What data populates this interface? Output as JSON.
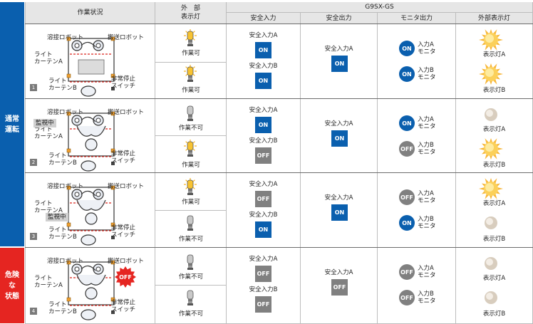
{
  "header": {
    "status_col": "作業状況",
    "lamp_col": "外　部\n表示灯",
    "product": "G9SX-GS",
    "safety_input": "安全入力",
    "safety_output": "安全出力",
    "monitor_output": "モニタ出力",
    "ext_indicator": "外部表示灯"
  },
  "groups": {
    "normal": "通常\n運転",
    "danger": "危険\nな\n状態"
  },
  "labels": {
    "welding_robot": "溶接ロボット",
    "transport_robot": "搬送ロボット",
    "light_curtain_a": "ライト\nカーテンA",
    "light_curtain_b": "ライト\nカーテンB",
    "estop": "非常停止\nスイッチ",
    "monitoring": "監視中",
    "work_ok": "作業可",
    "work_ng": "作業不可",
    "input_a": "安全入力A",
    "input_b": "安全入力B",
    "mon_a": "入力A\nモニタ",
    "mon_b": "入力B\nモニタ",
    "lamp_a": "表示灯A",
    "lamp_b": "表示灯B",
    "on": "ON",
    "off": "OFF",
    "off_badge": "OFF"
  },
  "rows": [
    {
      "num": "1",
      "lampA": "作業可",
      "lampB": "作業可",
      "inA": "ON",
      "inB": "ON",
      "out": "ON",
      "monA": "ON",
      "monB": "ON",
      "indA": "lit",
      "indB": "lit"
    },
    {
      "num": "2",
      "lampA": "作業不可",
      "lampB": "作業可",
      "inA": "ON",
      "inB": "OFF",
      "out": "ON",
      "monA": "ON",
      "monB": "OFF",
      "indA": "unlit",
      "indB": "lit"
    },
    {
      "num": "3",
      "lampA": "作業可",
      "lampB": "作業不可",
      "inA": "OFF",
      "inB": "ON",
      "out": "ON",
      "monA": "OFF",
      "monB": "ON",
      "indA": "lit",
      "indB": "unlit"
    },
    {
      "num": "4",
      "lampA": "作業不可",
      "lampB": "作業不可",
      "inA": "OFF",
      "inB": "OFF",
      "out": "OFF",
      "monA": "OFF",
      "monB": "OFF",
      "indA": "unlit",
      "indB": "unlit"
    }
  ],
  "colors": {
    "blue": "#0a5fae",
    "red": "#e52521",
    "gray": "#808080",
    "lamp_lit": "#f6b21a"
  }
}
